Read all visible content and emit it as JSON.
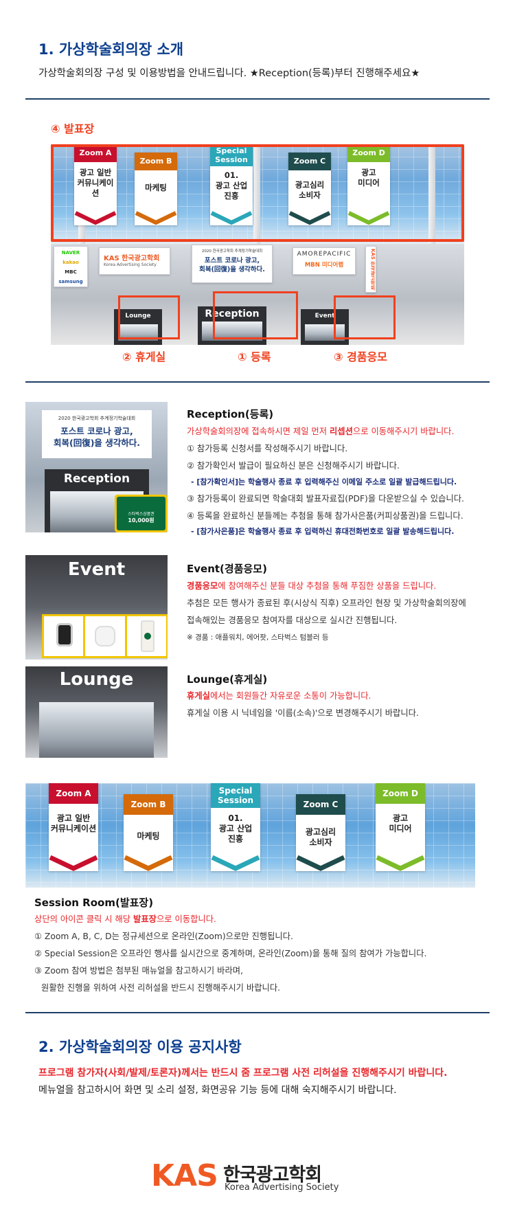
{
  "section1": {
    "title": "1. 가상학술회의장 소개",
    "lead": "가상학술회의장 구성 및 이용방법을 안내드립니다. ★Reception(등록)부터 진행해주세요★"
  },
  "map": {
    "presentation_label": "④ 발표장",
    "zones": [
      {
        "cap": "Zoom A",
        "text": "광고 일반\n커뮤니케이션",
        "color": "#c8102e"
      },
      {
        "cap": "Zoom B",
        "text": "마케팅",
        "color": "#d46a0a"
      },
      {
        "cap": "Special\nSession",
        "text": "01.\n광고 산업\n진흥",
        "color": "#2aa7b8"
      },
      {
        "cap": "Zoom C",
        "text": "광고심리\n소비자",
        "color": "#1f4c4c"
      },
      {
        "cap": "Zoom D",
        "text": "광고\n미디어",
        "color": "#7cbc2a"
      }
    ],
    "sponsor_left": [
      "NAVER",
      "kakao",
      "MBC",
      "samsung"
    ],
    "kas_board": "KAS 한국광고학회",
    "kas_board_en": "Korea Advertising Society",
    "center_board_small": "2020 한국광고학회 추계정기학술대회",
    "center_board_main": "포스트 코로나 광고,\n회복(回復)을 생각하다.",
    "right_board_1": "AMOREPACIFIC",
    "right_board_2": "MBN 미디어랩",
    "right_vertical": "KAS 한국광고학회",
    "doors": [
      "Lounge",
      "Reception",
      "Event"
    ],
    "labels": {
      "lounge": "② 휴게실",
      "reception": "① 등록",
      "event": "③ 경품응모"
    }
  },
  "reception": {
    "thumb_small": "2020 한국광고학회 추계정기학술대회",
    "thumb_main": "포스트 코로나 광고,\n회복(回復)을 생각하다.",
    "thumb_door": "Reception",
    "thumb_card_1": "스타벅스상품권",
    "thumb_card_2": "10,000원",
    "title": "Reception(등록)",
    "line1_pre": "가상학술회의장에 접속하시면 제일 먼저 ",
    "line1_bold": "리셉션",
    "line1_post": "으로 이동해주시기 바랍니다.",
    "line2": "① 참가등록 신청서를 작성해주시기 바랍니다.",
    "line3": "② 참가확인서 발급이 필요하신 분은 신청해주시기 바랍니다.",
    "note1": "- [참가확인서]는 학술행사 종료 후 입력해주신 이메일 주소로 일괄 발급해드립니다.",
    "line4": "③ 참가등록이 완료되면 학술대회 발표자료집(PDF)을 다운받으실 수 있습니다.",
    "line5": "④ 등록을 완료하신 분들께는 추첨을 통해 참가사은품(커피상품권)을 드립니다.",
    "note2": "- [참가사은품]은 학술행사 종료 후 입력하신 휴대전화번호로 일괄 발송해드립니다."
  },
  "event": {
    "thumb_title": "Event",
    "title": "Event(경품응모)",
    "line1_bold": "경품응모",
    "line1_post": "에 참여해주신 분들 대상 추첨을 통해 푸짐한 상품을 드립니다.",
    "line2": "추첨은 모든 행사가 종료된 후(시상식 직후) 오프라인 현장 및 가상학술회의장에",
    "line3": "접속해있는 경품응모 참여자를 대상으로 실시간 진행됩니다.",
    "line4": "※ 경품 : 애플워치, 에어팟, 스타벅스 텀블러 등"
  },
  "lounge": {
    "thumb_title": "Lounge",
    "title": "Lounge(휴게실)",
    "line1_bold": "휴게실",
    "line1_post": "에서는 회원들간 자유로운 소통이 가능합니다.",
    "line2": "휴게실 이용 시 닉네임을 '이름(소속)'으로 변경해주시기 바랍니다."
  },
  "session": {
    "title": "Session Room(발표장)",
    "line1_pre": "상단의 아이콘 클릭 시 해당 ",
    "line1_bold": "발표장",
    "line1_post": "으로 이동합니다.",
    "line2": "① Zoom A, B, C, D는 정규세션으로 온라인(Zoom)으로만 진행됩니다.",
    "line3": "② Special Session은 오프라인 행사를 실시간으로 중계하며, 온라인(Zoom)을 통해 질의 참여가 가능합니다.",
    "line4": "③ Zoom 참여 방법은 첨부된 매뉴얼을 참고하시기 바라며,",
    "line5": "원활한 진행을 위하여 사전 리허설을 반드시 진행해주시기 바랍니다."
  },
  "section2": {
    "title": "2. 가상학술회의장 이용 공지사항",
    "line1": "프로그램 참가자(사회/발제/토론자)께서는 반드시 줌 프로그램 사전 리허설을 진행해주시기 바랍니다.",
    "line2": "메뉴얼을 참고하시어 화면 및 소리 설정, 화면공유 기능 등에 대해 숙지해주시기 바랍니다."
  },
  "footer": {
    "logo_mark": "KAS",
    "logo_ko": "한국광고학회",
    "logo_en": "Korea Advertising Society"
  }
}
